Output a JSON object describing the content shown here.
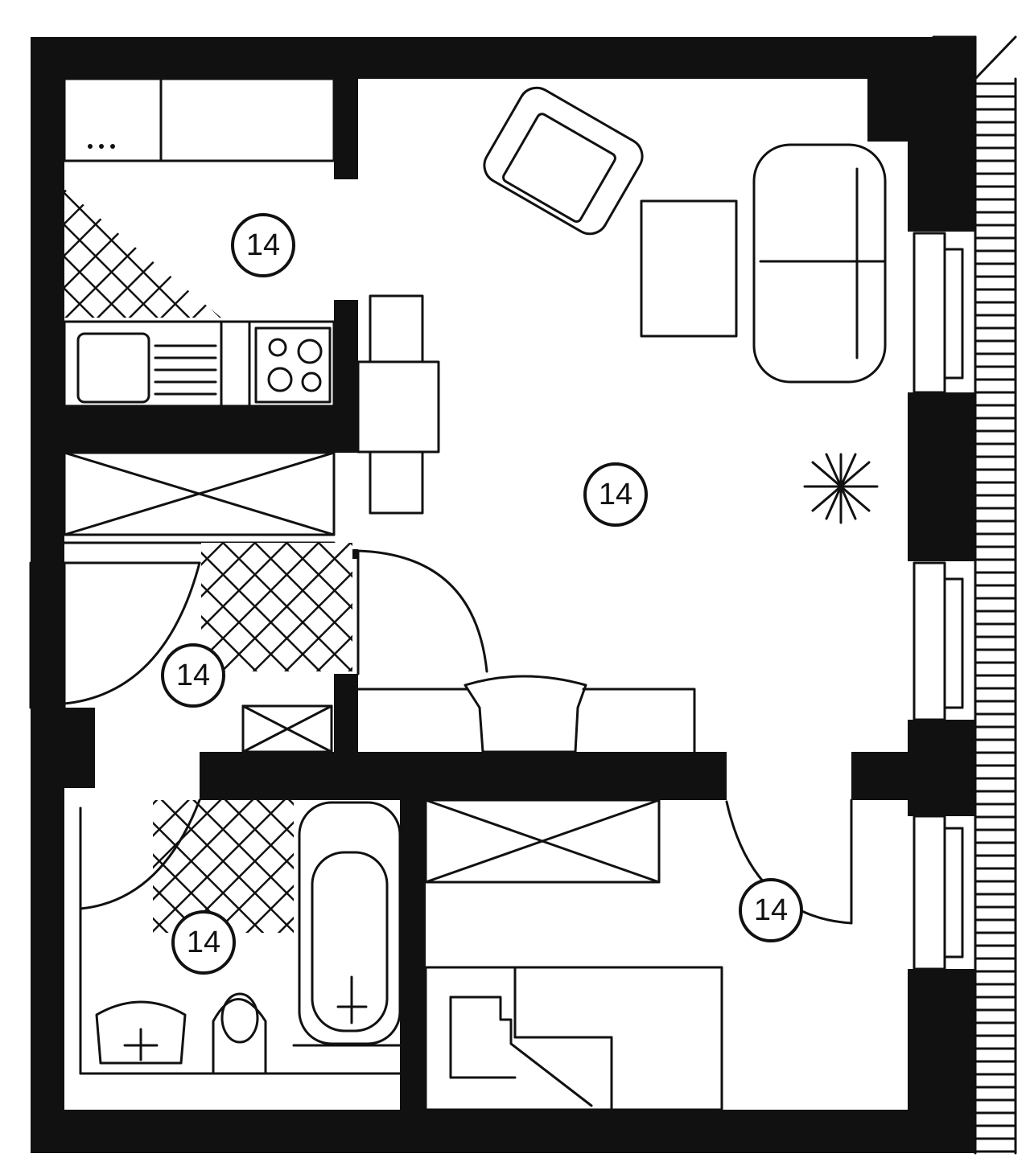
{
  "room_labels": {
    "kitchen": "14",
    "living": "14",
    "hall": "14",
    "bath": "14",
    "bedroom": "14"
  },
  "colors": {
    "wall": "#111111",
    "background": "#ffffff"
  }
}
